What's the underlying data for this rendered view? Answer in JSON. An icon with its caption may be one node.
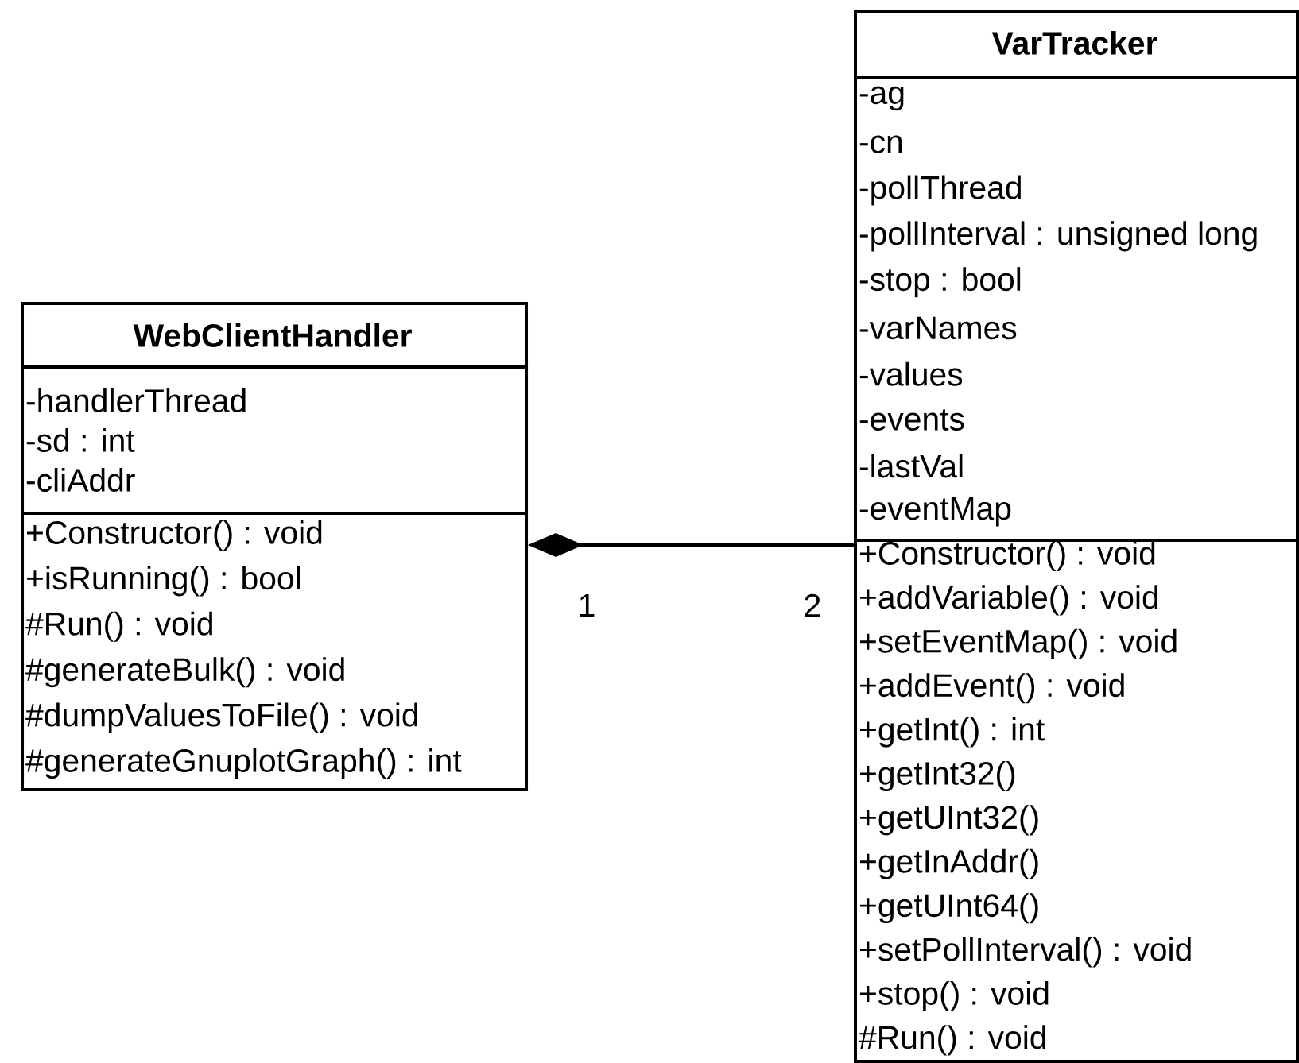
{
  "diagram": {
    "nodes": [
      {
        "text": [
          "WebClientHandler"
        ]
      },
      {
        "text": [
          "-handlerThread",
          "-sd : int",
          "-cliAddr"
        ],
        "in": 0
      },
      {
        "text": [
          "+Constructor() : void",
          "+isRunning() : bool",
          "#Run() : void",
          "#generateBulk() : void",
          "#dumpValuesToFile() : void",
          "#generateGnuplotGraph() : int"
        ],
        "in": 0
      },
      {
        "text": [
          "VarTracker"
        ]
      },
      {
        "text": [
          "-ag",
          "-cn",
          "-pollThread",
          "-pollInterval : unsigned long",
          "-stop : bool",
          "-varNames",
          "-values",
          "-events",
          "-lastVal",
          "-eventMap"
        ],
        "in": 3
      },
      {
        "text": [
          "+Constructor() : void",
          "+addVariable() : void",
          "+setEventMap() : void",
          "+addEvent() : void",
          "+getInt() : int",
          "+getInt32()",
          "+getUInt32()",
          "+getInAddr()",
          "+getUInt64()",
          "+setPollInterval() : void",
          "+stop() : void",
          "#Run() : void"
        ],
        "in": 3
      }
    ],
    "edges": [
      {
        "from": 3,
        "to": 0,
        "arrow": "other"
      }
    ],
    "labels": [
      "1",
      "2"
    ]
  }
}
